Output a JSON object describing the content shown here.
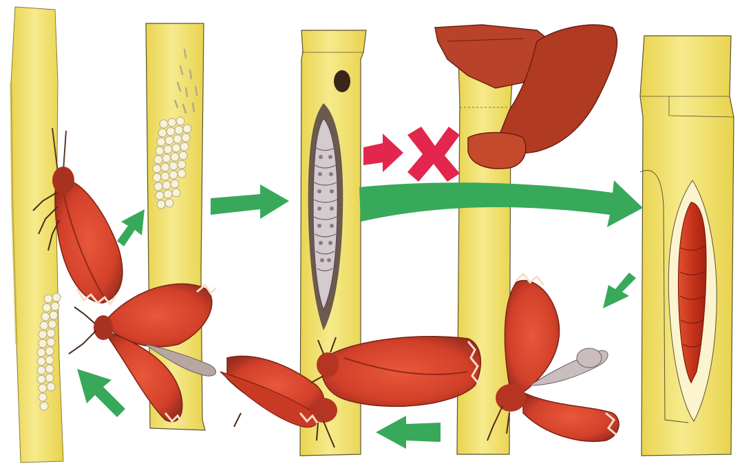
{
  "colors": {
    "stem": "#f2e37a",
    "stem_shadow": "#e7cf45",
    "stem_outline": "#5a5230",
    "moth_red": "#d9482e",
    "moth_dark": "#8f2a1c",
    "moth_edge": "#f4ddc9",
    "egg": "#f7f2dc",
    "larva": "#c9c0c4",
    "larva_dark": "#5d4d55",
    "pupa": "#cf3a1d",
    "arrow_green": "#38a95a",
    "cross_red": "#e2264d",
    "hole": "#3b261b"
  },
  "icons": [
    "moth",
    "egg-cluster",
    "larva",
    "pupa",
    "green-arrow",
    "red-cross"
  ]
}
